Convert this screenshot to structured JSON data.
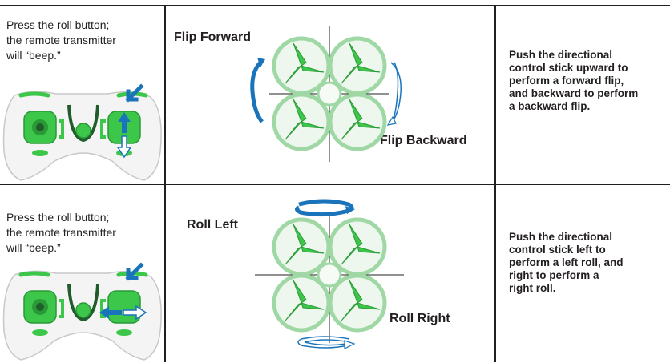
{
  "rows": [
    {
      "instruction": "Press the roll button;\nthe remote transmitter\nwill “beep.”",
      "maneuver_a": "Flip Forward",
      "maneuver_b": "Flip Backward",
      "description": "Push the directional\ncontrol stick upward to\nperform a forward flip,\nand backward to perform\na backward flip."
    },
    {
      "instruction": "Press the roll button;\n the remote transmitter\nwill “beep.”",
      "maneuver_a": "Roll Left",
      "maneuver_b": "Roll Right",
      "description": "Push the directional\ncontrol stick left to\nperform a left roll, and\nright to perform a\nright roll."
    }
  ],
  "colors": {
    "accent_blue": "#1a74bb",
    "drone_green": "#3cc64a",
    "border": "#231f20"
  }
}
